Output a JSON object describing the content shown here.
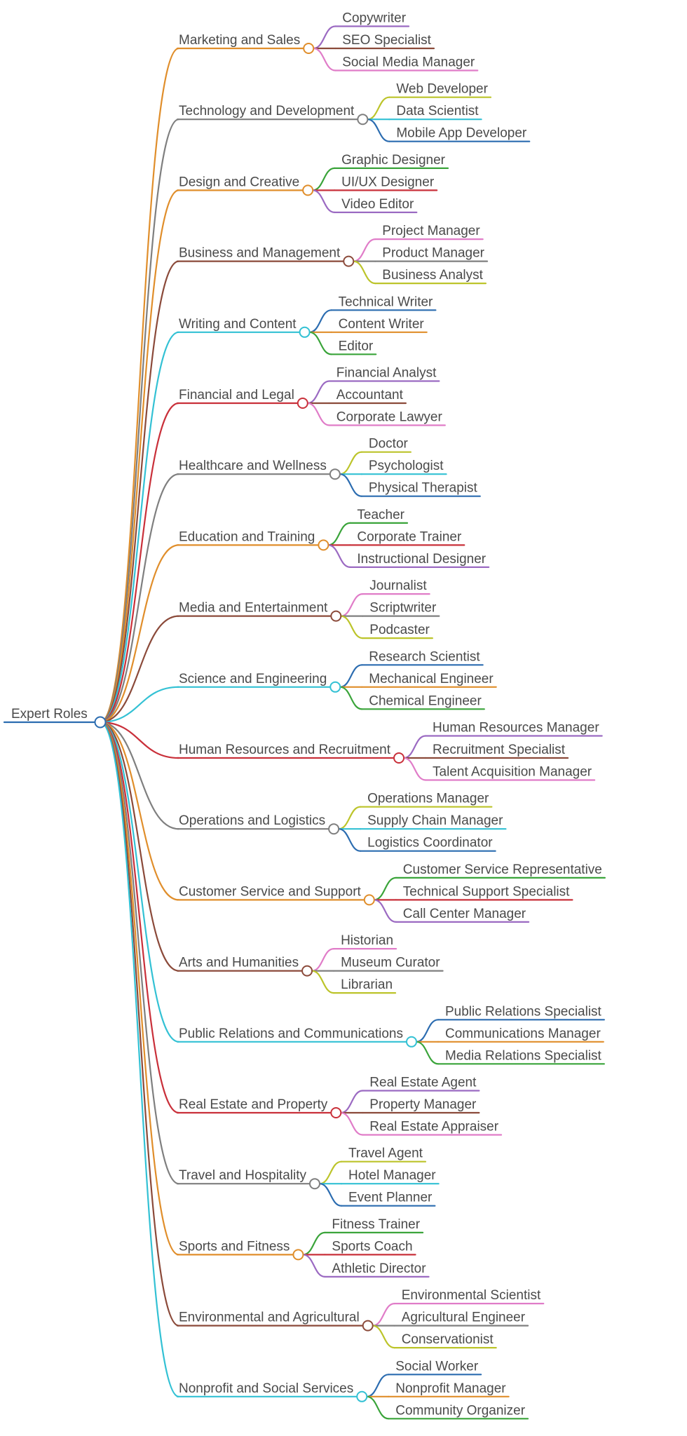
{
  "root": {
    "label": "Expert Roles",
    "color": "#2b6cb0"
  },
  "branches": [
    {
      "label": "Marketing and Sales",
      "color": "#e08e2b",
      "children": [
        {
          "label": "Copywriter",
          "color": "#9b6ac2"
        },
        {
          "label": "SEO Specialist",
          "color": "#8b4a3a"
        },
        {
          "label": "Social Media Manager",
          "color": "#e07cc8"
        }
      ]
    },
    {
      "label": "Technology and Development",
      "color": "#7f7f7f",
      "children": [
        {
          "label": "Web Developer",
          "color": "#bcc42a"
        },
        {
          "label": "Data Scientist",
          "color": "#33c1d4"
        },
        {
          "label": "Mobile App Developer",
          "color": "#2b6cb0"
        }
      ]
    },
    {
      "label": "Design and Creative",
      "color": "#e08e2b",
      "children": [
        {
          "label": "Graphic Designer",
          "color": "#3aa43a"
        },
        {
          "label": "UI/UX Designer",
          "color": "#c9303a"
        },
        {
          "label": "Video Editor",
          "color": "#9b6ac2"
        }
      ]
    },
    {
      "label": "Business and Management",
      "color": "#8b4a3a",
      "children": [
        {
          "label": "Project Manager",
          "color": "#e07cc8"
        },
        {
          "label": "Product Manager",
          "color": "#7f7f7f"
        },
        {
          "label": "Business Analyst",
          "color": "#bcc42a"
        }
      ]
    },
    {
      "label": "Writing and Content",
      "color": "#33c1d4",
      "children": [
        {
          "label": "Technical Writer",
          "color": "#2b6cb0"
        },
        {
          "label": "Content Writer",
          "color": "#e08e2b"
        },
        {
          "label": "Editor",
          "color": "#3aa43a"
        }
      ]
    },
    {
      "label": "Financial and Legal",
      "color": "#c9303a",
      "children": [
        {
          "label": "Financial Analyst",
          "color": "#9b6ac2"
        },
        {
          "label": "Accountant",
          "color": "#8b4a3a"
        },
        {
          "label": "Corporate Lawyer",
          "color": "#e07cc8"
        }
      ]
    },
    {
      "label": "Healthcare and Wellness",
      "color": "#7f7f7f",
      "children": [
        {
          "label": "Doctor",
          "color": "#bcc42a"
        },
        {
          "label": "Psychologist",
          "color": "#33c1d4"
        },
        {
          "label": "Physical Therapist",
          "color": "#2b6cb0"
        }
      ]
    },
    {
      "label": "Education and Training",
      "color": "#e08e2b",
      "children": [
        {
          "label": "Teacher",
          "color": "#3aa43a"
        },
        {
          "label": "Corporate Trainer",
          "color": "#c9303a"
        },
        {
          "label": "Instructional Designer",
          "color": "#9b6ac2"
        }
      ]
    },
    {
      "label": "Media and Entertainment",
      "color": "#8b4a3a",
      "children": [
        {
          "label": "Journalist",
          "color": "#e07cc8"
        },
        {
          "label": "Scriptwriter",
          "color": "#7f7f7f"
        },
        {
          "label": "Podcaster",
          "color": "#bcc42a"
        }
      ]
    },
    {
      "label": "Science and Engineering",
      "color": "#33c1d4",
      "children": [
        {
          "label": "Research Scientist",
          "color": "#2b6cb0"
        },
        {
          "label": "Mechanical Engineer",
          "color": "#e08e2b"
        },
        {
          "label": "Chemical Engineer",
          "color": "#3aa43a"
        }
      ]
    },
    {
      "label": "Human Resources and Recruitment",
      "color": "#c9303a",
      "children": [
        {
          "label": "Human Resources Manager",
          "color": "#9b6ac2"
        },
        {
          "label": "Recruitment Specialist",
          "color": "#8b4a3a"
        },
        {
          "label": "Talent Acquisition Manager",
          "color": "#e07cc8"
        }
      ]
    },
    {
      "label": "Operations and Logistics",
      "color": "#7f7f7f",
      "children": [
        {
          "label": "Operations Manager",
          "color": "#bcc42a"
        },
        {
          "label": "Supply Chain Manager",
          "color": "#33c1d4"
        },
        {
          "label": "Logistics Coordinator",
          "color": "#2b6cb0"
        }
      ]
    },
    {
      "label": "Customer Service and Support",
      "color": "#e08e2b",
      "children": [
        {
          "label": "Customer Service Representative",
          "color": "#3aa43a"
        },
        {
          "label": "Technical Support Specialist",
          "color": "#c9303a"
        },
        {
          "label": "Call Center Manager",
          "color": "#9b6ac2"
        }
      ]
    },
    {
      "label": "Arts and Humanities",
      "color": "#8b4a3a",
      "children": [
        {
          "label": "Historian",
          "color": "#e07cc8"
        },
        {
          "label": "Museum Curator",
          "color": "#7f7f7f"
        },
        {
          "label": "Librarian",
          "color": "#bcc42a"
        }
      ]
    },
    {
      "label": "Public Relations and Communications",
      "color": "#33c1d4",
      "children": [
        {
          "label": "Public Relations Specialist",
          "color": "#2b6cb0"
        },
        {
          "label": "Communications Manager",
          "color": "#e08e2b"
        },
        {
          "label": "Media Relations Specialist",
          "color": "#3aa43a"
        }
      ]
    },
    {
      "label": "Real Estate and Property",
      "color": "#c9303a",
      "children": [
        {
          "label": "Real Estate Agent",
          "color": "#9b6ac2"
        },
        {
          "label": "Property Manager",
          "color": "#8b4a3a"
        },
        {
          "label": "Real Estate Appraiser",
          "color": "#e07cc8"
        }
      ]
    },
    {
      "label": "Travel and Hospitality",
      "color": "#7f7f7f",
      "children": [
        {
          "label": "Travel Agent",
          "color": "#bcc42a"
        },
        {
          "label": "Hotel Manager",
          "color": "#33c1d4"
        },
        {
          "label": "Event Planner",
          "color": "#2b6cb0"
        }
      ]
    },
    {
      "label": "Sports and Fitness",
      "color": "#e08e2b",
      "children": [
        {
          "label": "Fitness Trainer",
          "color": "#3aa43a"
        },
        {
          "label": "Sports Coach",
          "color": "#c9303a"
        },
        {
          "label": "Athletic Director",
          "color": "#9b6ac2"
        }
      ]
    },
    {
      "label": "Environmental and Agricultural",
      "color": "#8b4a3a",
      "children": [
        {
          "label": "Environmental Scientist",
          "color": "#e07cc8"
        },
        {
          "label": "Agricultural Engineer",
          "color": "#7f7f7f"
        },
        {
          "label": "Conservationist",
          "color": "#bcc42a"
        }
      ]
    },
    {
      "label": "Nonprofit and Social Services",
      "color": "#33c1d4",
      "children": [
        {
          "label": "Social Worker",
          "color": "#2b6cb0"
        },
        {
          "label": "Nonprofit Manager",
          "color": "#e08e2b"
        },
        {
          "label": "Community Organizer",
          "color": "#3aa43a"
        }
      ]
    }
  ]
}
